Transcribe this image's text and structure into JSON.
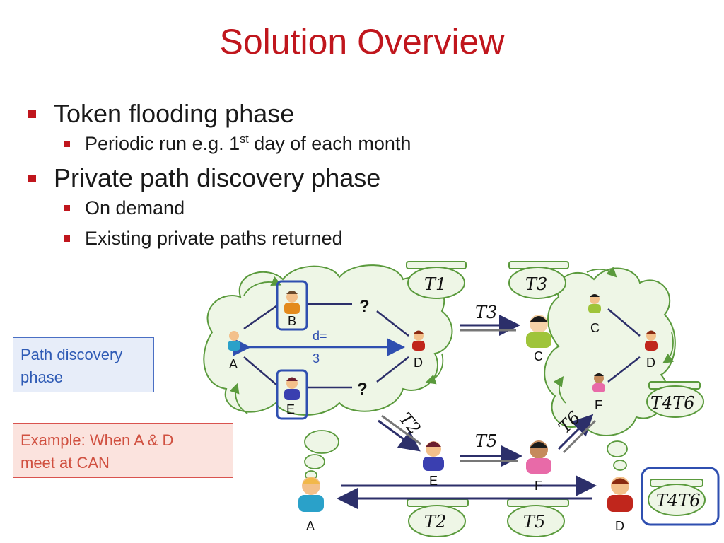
{
  "title": "Solution Overview",
  "bullets": {
    "b1": "Token flooding phase",
    "b1_sub": "Periodic run e.g. 1",
    "b1_sub_sup": "st",
    "b1_sub_rest": " day of each month",
    "b2": "Private path discovery phase",
    "b2_sub1": "On demand",
    "b2_sub2": "Existing private paths returned"
  },
  "callout_path": "Path discovery phase",
  "callout_example": "Example: When A & D meet at CAN",
  "diagram": {
    "nodes": [
      "A",
      "B",
      "C",
      "D",
      "E",
      "F"
    ],
    "question": "?",
    "distance": "d=",
    "distance_value": "3",
    "tokens": {
      "t1": "T1",
      "t2": "T2",
      "t3": "T3",
      "t5": "T5",
      "t46": "T4T6",
      "t2_diag": "T2",
      "t6_diag": "T6"
    }
  },
  "colors": {
    "title": "#c0161d",
    "bullet": "#c0161d",
    "cloud_fill": "#eef6e6",
    "cloud_stroke": "#5a9a3c",
    "arrow_navy": "#2c2f6a",
    "path_blue": "#2f4fb0"
  }
}
